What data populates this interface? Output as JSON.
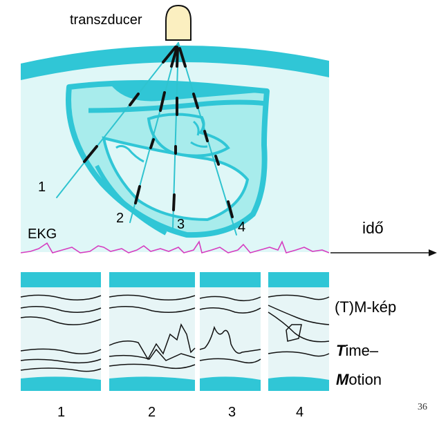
{
  "transducer_label": "transzducer",
  "beam_labels": [
    "1",
    "2",
    "3",
    "4"
  ],
  "ekg_label": "EKG",
  "time_label": "idő",
  "panel_labels": [
    "1",
    "2",
    "3",
    "4"
  ],
  "mode_label": "(T)M-kép",
  "time_motion": {
    "time_initial": "T",
    "time_rest": "ime–",
    "motion_initial": "M",
    "motion_rest": "otion"
  },
  "footnote": "36",
  "colors": {
    "tissue": "#dff7f7",
    "heart_fill": "#a8ecec",
    "cyan": "#30c6d6",
    "beam": "#2fc3cf",
    "ekg": "#d63cc0",
    "panel_bg": "#e7f5f6"
  }
}
